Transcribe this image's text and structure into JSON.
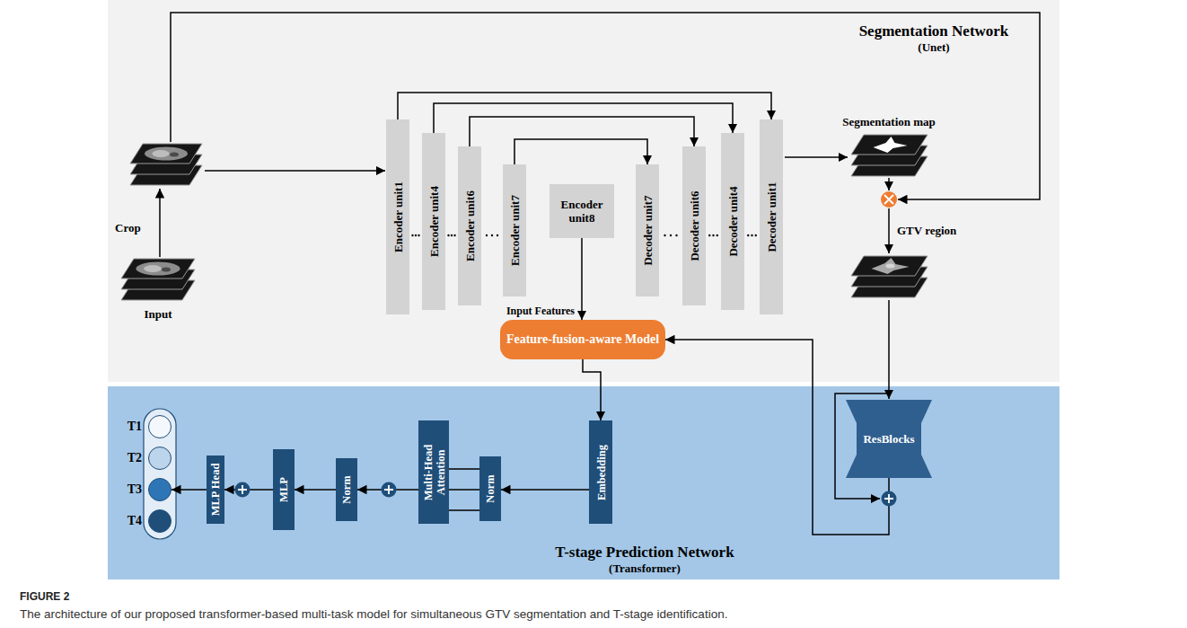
{
  "diagram": {
    "caption": "The architecture of our proposed transformer-based multi-task model for simultaneous GTV segmentation and T-stage identification.",
    "nodes": [
      {
        "text": [
          "Segmentation Network",
          "(Unet)"
        ]
      },
      {
        "text": [
          "Encoder unit1"
        ],
        "in": 0
      },
      {
        "text": [
          "Encoder unit4"
        ],
        "in": 0
      },
      {
        "text": [
          "Encoder unit6"
        ],
        "in": 0
      },
      {
        "text": [
          "Encoder unit7"
        ],
        "in": 0
      },
      {
        "text": [
          "Encoder unit8"
        ],
        "in": 0
      },
      {
        "text": [
          "Decoder unit7"
        ],
        "in": 0
      },
      {
        "text": [
          "Decoder unit6"
        ],
        "in": 0
      },
      {
        "text": [
          "Decoder unit4"
        ],
        "in": 0
      },
      {
        "text": [
          "Decoder unit1"
        ],
        "in": 0
      },
      {
        "text": [
          "Feature-fusion-aware Model"
        ],
        "in": 0
      },
      {
        "text": [
          "T-stage Prediction Network",
          "(Transformer)"
        ]
      },
      {
        "text": [
          "T1"
        ],
        "in": 11
      },
      {
        "text": [
          "T2"
        ],
        "in": 11
      },
      {
        "text": [
          "T3"
        ],
        "in": 11
      },
      {
        "text": [
          "T4"
        ],
        "in": 11
      },
      {
        "text": [
          "MLP Head"
        ],
        "in": 11
      },
      {
        "text": [
          "MLP"
        ],
        "in": 11
      },
      {
        "text": [
          "Norm"
        ],
        "in": 11
      },
      {
        "text": [
          "Multi-Head Attention"
        ],
        "in": 11
      },
      {
        "text": [
          "Norm"
        ],
        "in": 11
      },
      {
        "text": [
          "Embedding"
        ],
        "in": 11
      },
      {
        "text": [
          "ResBlocks"
        ],
        "in": 11
      }
    ],
    "edges": [
      {
        "from": 1,
        "to": 9,
        "arrow": "to"
      },
      {
        "from": 2,
        "to": 8,
        "arrow": "to"
      },
      {
        "from": 3,
        "to": 7,
        "arrow": "to"
      },
      {
        "from": 4,
        "to": 6,
        "arrow": "to"
      },
      {
        "from": 5,
        "to": 10,
        "label": "Input Features",
        "arrow": "to"
      },
      {
        "from": 10,
        "to": 21,
        "arrow": "to"
      },
      {
        "from": 22,
        "to": 10,
        "arrow": "to"
      },
      {
        "from": 21,
        "to": 20,
        "arrow": "to"
      },
      {
        "from": 20,
        "to": 19,
        "arrow": "to"
      },
      {
        "from": 20,
        "to": 19,
        "arrow": "to"
      },
      {
        "from": 20,
        "to": 19,
        "arrow": "to"
      },
      {
        "from": 19,
        "to": 18,
        "arrow": "to"
      },
      {
        "from": 18,
        "to": 17,
        "arrow": "to"
      },
      {
        "from": 17,
        "to": 16,
        "arrow": "to"
      },
      {
        "from": 16,
        "to": 14,
        "arrow": "to"
      }
    ],
    "labels": [
      "Input",
      "Crop",
      "Segmentation map",
      "GTV region",
      "FIGURE 2"
    ]
  }
}
